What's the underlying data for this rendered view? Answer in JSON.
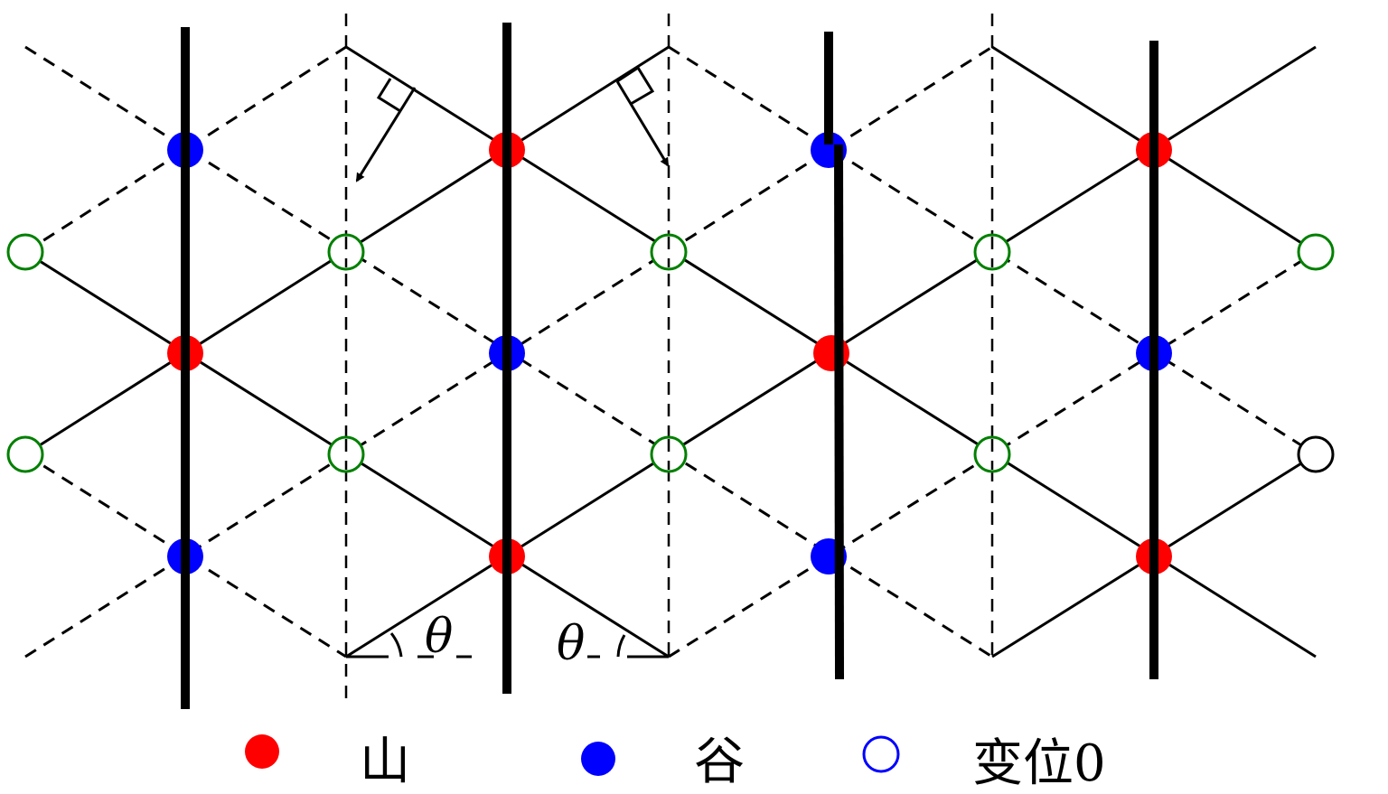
{
  "labels": {
    "theta_left": "θ",
    "theta_right": "θ"
  },
  "legend": [
    {
      "label": "山",
      "marker": "filled-circle",
      "color": "#ff0000"
    },
    {
      "label": "谷",
      "marker": "filled-circle",
      "color": "#0000ff"
    },
    {
      "label": "变位0",
      "marker": "open-circle",
      "color": "#0000ff"
    }
  ],
  "colors": {
    "crest": "#ff0000",
    "trough": "#0000ff",
    "node": "#008000"
  }
}
